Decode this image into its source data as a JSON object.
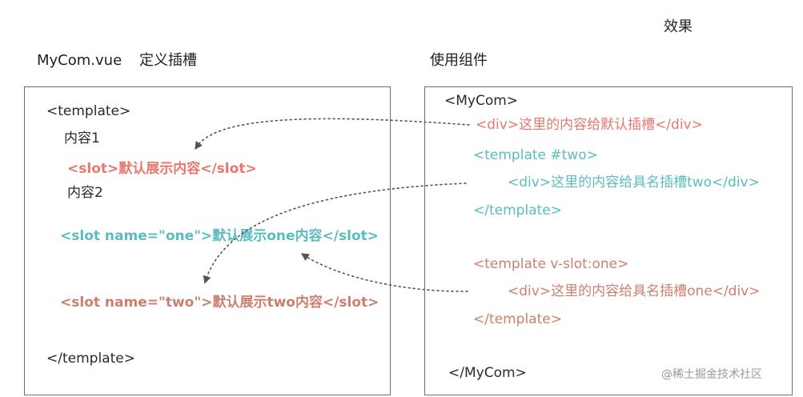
{
  "header": {
    "effect_label": "效果",
    "file_label": "MyCom.vue",
    "define_label": "定义插槽",
    "use_label": "使用组件"
  },
  "left": {
    "template_open": "<template>",
    "content1": "内容1",
    "slot_default": "<slot>默认展示内容</slot>",
    "content2": "内容2",
    "slot_one": "<slot name=\"one\">默认展示one内容</slot>",
    "slot_two": "<slot name=\"two\">默认展示two内容</slot>",
    "template_close": "</template>"
  },
  "right": {
    "mycom_open": "<MyCom>",
    "div_default": "<div>这里的内容给默认插槽</div>",
    "template_two_open": "<template #two>",
    "div_two": "<div>这里的内容给具名插槽two</div>",
    "template_two_close": "</template>",
    "template_one_open": "<template v-slot:one>",
    "div_one": "<div>这里的内容给具名插槽one</div>",
    "template_one_close": "</template>",
    "mycom_close": "</MyCom>"
  },
  "watermark": "@稀土掘金技术社区",
  "colors": {
    "default_slot": "#e6786f",
    "named_one": "#5bbcc0",
    "named_two": "#cc7f6e",
    "border": "#6f6f6f"
  }
}
